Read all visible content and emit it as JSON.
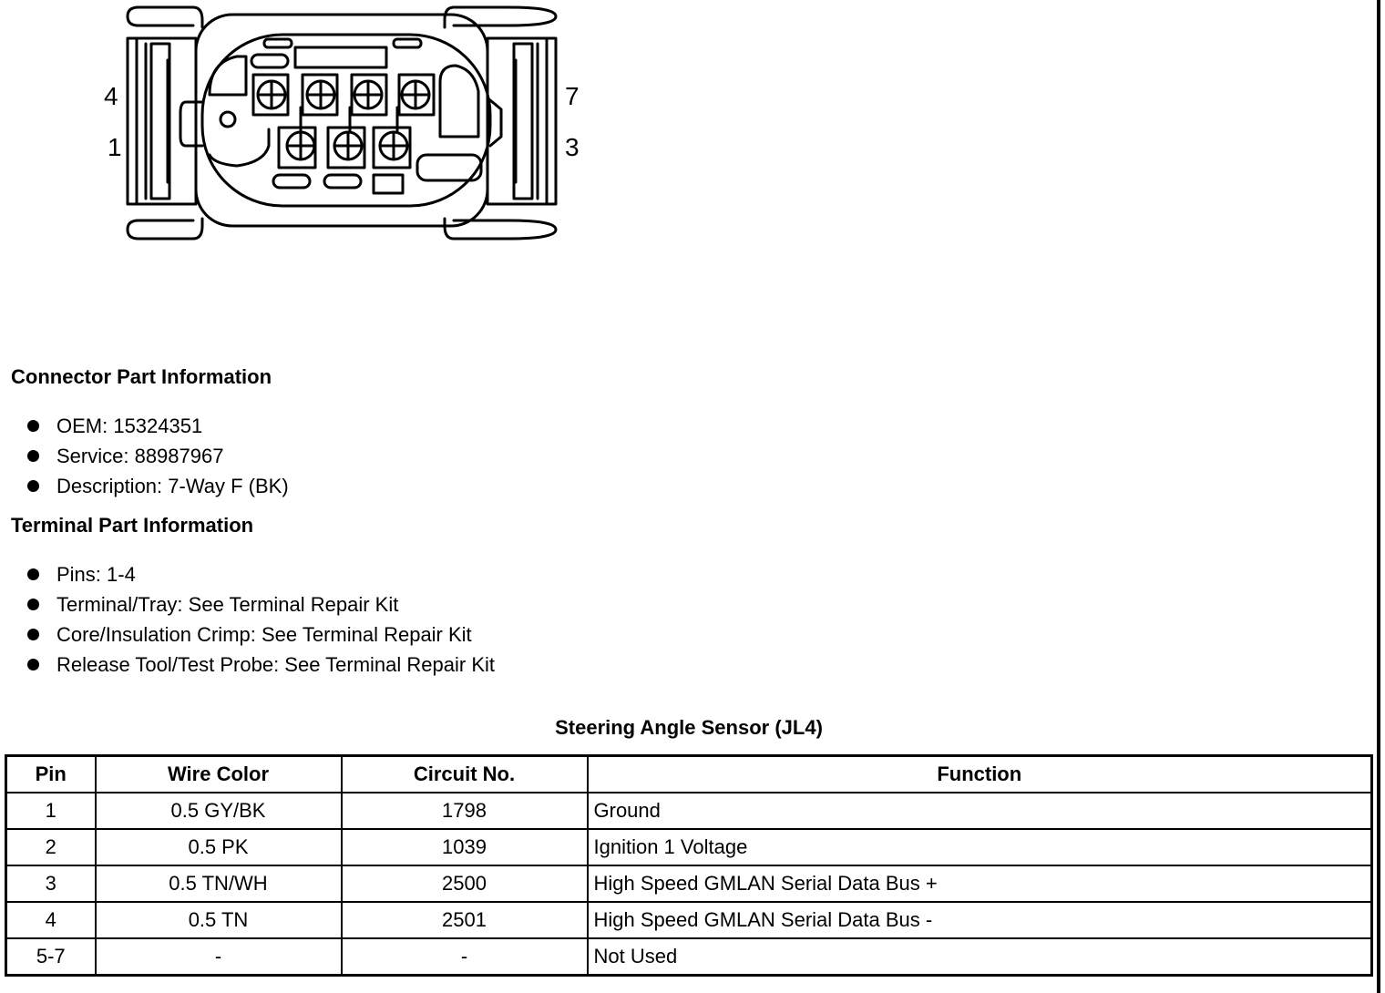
{
  "diagram": {
    "pin_labels": {
      "top_left": "4",
      "bottom_left": "1",
      "top_right": "7",
      "bottom_right": "3"
    }
  },
  "connector_section": {
    "title": "Connector Part Information",
    "items": [
      "OEM: 15324351",
      "Service: 88987967",
      "Description: 7-Way F (BK)"
    ]
  },
  "terminal_section": {
    "title": "Terminal Part Information",
    "items": [
      "Pins: 1-4",
      "Terminal/Tray: See Terminal Repair Kit",
      "Core/Insulation Crimp: See Terminal Repair Kit",
      "Release Tool/Test Probe: See Terminal Repair Kit"
    ]
  },
  "table": {
    "title": "Steering Angle Sensor (JL4)",
    "headers": [
      "Pin",
      "Wire Color",
      "Circuit No.",
      "Function"
    ],
    "rows": [
      [
        "1",
        "0.5 GY/BK",
        "1798",
        "Ground"
      ],
      [
        "2",
        "0.5 PK",
        "1039",
        "Ignition 1 Voltage"
      ],
      [
        "3",
        "0.5 TN/WH",
        "2500",
        "High Speed GMLAN Serial Data Bus +"
      ],
      [
        "4",
        "0.5 TN",
        "2501",
        "High Speed GMLAN Serial Data Bus -"
      ],
      [
        "5-7",
        "-",
        "-",
        "Not Used"
      ]
    ]
  }
}
